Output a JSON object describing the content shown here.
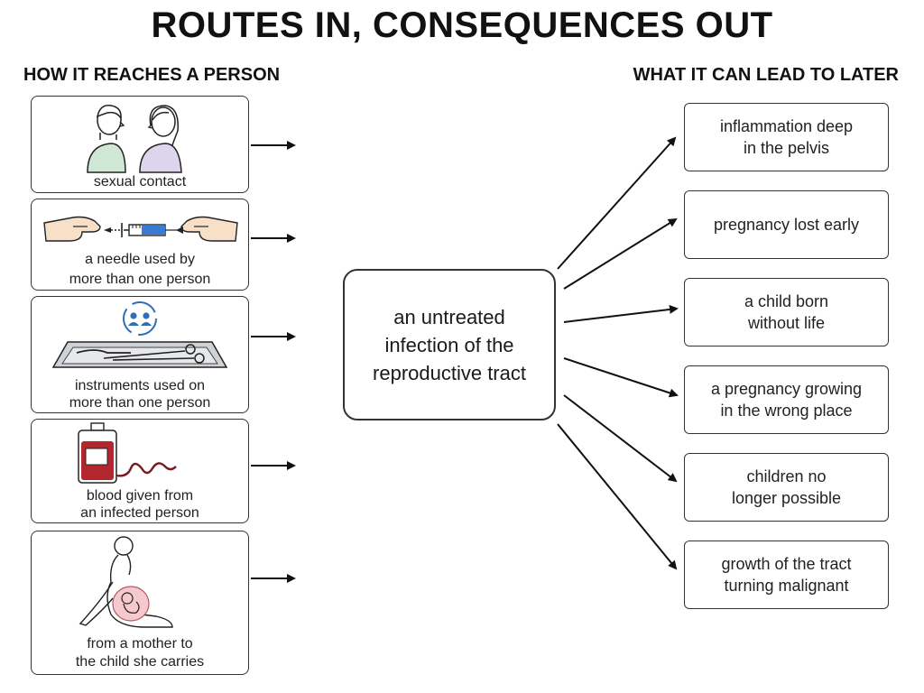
{
  "title": "ROUTES IN, CONSEQUENCES OUT",
  "left_heading": "HOW IT REACHES A PERSON",
  "right_heading": "WHAT IT CAN LEAD TO LATER",
  "routes": [
    {
      "label_line1": "sexual contact",
      "label_line2": "",
      "icon": "two-people-icon"
    },
    {
      "label_line1": "a needle used by",
      "label_line2": "more than one person",
      "icon": "shared-syringe-icon"
    },
    {
      "label_line1": "instruments used on",
      "label_line2": "more than one person",
      "icon": "instrument-tray-icon"
    },
    {
      "label_line1": "blood given from",
      "label_line2": "an infected person",
      "icon": "blood-bag-icon"
    },
    {
      "label_line1": "from a mother to",
      "label_line2": "the child she carries",
      "icon": "pregnant-mother-icon"
    }
  ],
  "center": {
    "line1": "an untreated",
    "line2": "infection of the",
    "line3": "reproductive tract"
  },
  "consequences": [
    {
      "line1": "inflammation deep",
      "line2": "in the pelvis"
    },
    {
      "line1": "pregnancy lost early",
      "line2": ""
    },
    {
      "line1": "a child born",
      "line2": "without life"
    },
    {
      "line1": "a pregnancy growing",
      "line2": "in the wrong place"
    },
    {
      "line1": "children no",
      "line2": "longer possible"
    },
    {
      "line1": "growth of the tract",
      "line2": "turning malignant"
    }
  ],
  "colors": {
    "ink": "#1a1a1a",
    "shirt_green": "#cfe8d5",
    "shirt_lavender": "#ddd5ee",
    "skin": "#f7dfc8",
    "syringe_blue": "#3a7bd5",
    "blood_red": "#b3262e",
    "tray_grey": "#cfd2d6",
    "reuse_blue": "#2f6db5",
    "womb_pink": "#f6c9cf"
  }
}
